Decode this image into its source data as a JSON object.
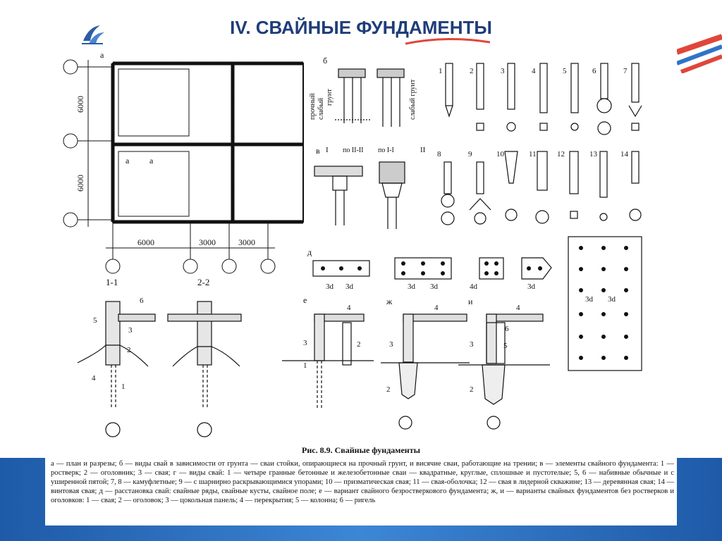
{
  "slide": {
    "title": "IV. СВАЙНЫЕ ФУНДАМЕНТЫ",
    "figure_caption": "Рис. 8.9. Свайные фундаменты",
    "description": "а — план и разрезы; б — виды свай в зависимости от грунта — сваи стойки, опирающиеся на прочный грунт, и висячие сваи, работающие на трении; в — элементы свайного фундамента: 1 — ростверк; 2 — оголовник; 3 — свая; г — виды свай: 1 — четыре гранные бетонные и железобетонные сваи — квадратные, круглые, сплошные и пустотелые; 5, 6 — набивные обычные и с уширенной пятой; 7, 8 — камуфлетные; 9 — с шарнирно раскрывающимися упорами; 10 — призматическая свая; 11 — свая-оболочка; 12 — свая в лидерной скважине; 13 — деревянная свая; 14 — винтовая свая; д — расстановка свай: свайные ряды, свайные кусты, свайное поле; е — вариант свайного безростверкового фундамента; ж, и — варианты свайных фундаментов без ростверков и оголовков: 1 — свая; 2 — оголовок; 3 — цокольная панель; 4 — перекрытия; 5 — колонна; 6 — ригель"
  },
  "diagram": {
    "panel_labels": [
      "а",
      "б",
      "в",
      "д",
      "е",
      "ж",
      "и"
    ],
    "plan_dims": [
      "6000",
      "6000",
      "6000",
      "3000",
      "3000"
    ],
    "plan_spacing": "а",
    "section_labels": [
      "1-1",
      "2-2"
    ],
    "soil_labels": [
      "прочный",
      "слабый",
      "грунт",
      "слабый грунт"
    ],
    "section_marks": [
      "I",
      "по II-II",
      "по I-I",
      "II"
    ],
    "pile_numbers": [
      "1",
      "2",
      "3",
      "4",
      "5",
      "6",
      "7",
      "8",
      "9",
      "10",
      "11",
      "12",
      "13",
      "14"
    ],
    "spacing_label": "3d",
    "spacing_label_4d": "4d",
    "callouts": [
      "1",
      "2",
      "3",
      "4",
      "5",
      "6"
    ]
  },
  "colors": {
    "title": "#1f3d7a",
    "band": "#2f74c8",
    "accent": "#e0463a"
  }
}
